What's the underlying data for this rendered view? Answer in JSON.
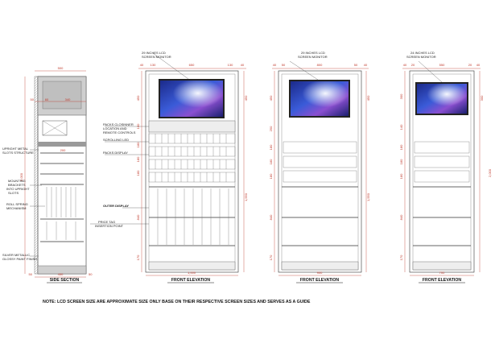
{
  "labels": {
    "side_caption": "SIDE SECTION",
    "front_caption_1": "FRONT ELEVATION",
    "front_caption_2": "FRONT ELEVATION",
    "front_caption_3": "FRONT ELEVATION",
    "note": "NOTE: LCD SCREEN SIZE ARE APPROXIMATE SIZE ONLY BASE ON THEIR RESPECTIVE SCREEN SIZES AND SERVES AS A GUIDE",
    "monitor_1_a": "29 INCHES LCD",
    "monitor_1_b": "SCREEN MONITOR",
    "monitor_2_a": "29 INCHES LCD",
    "monitor_2_b": "SCREEN MONITOR",
    "monitor_3_a": "24 INCHES LCD",
    "monitor_3_b": "SCREEN MONITOR"
  },
  "side_callouts": {
    "upright_1": "UPRIGHT METAL",
    "upright_2": "SLOTS STRUCTURE",
    "mounting_1": "MOUNTING",
    "mounting_2": "BRACKETS",
    "mounting_3": "INTO UPRIGHT",
    "mounting_4": "SLOTS",
    "roll_1": "ROLL SPRING",
    "roll_2": "MECHANISM",
    "silver_1": "SILVER METALLIC",
    "silver_2": "GLOSSY PAINT FINISH"
  },
  "front_callouts": {
    "packs_1": "PACKS CLOSINNER",
    "packs_2": "LOCATION AND",
    "packs_3": "REMOTE CONTROLS",
    "scrolling": "SCROLLING LED",
    "packs_display": "PACKS DISPLAY",
    "outer_display": "OUTER DISPLAY",
    "price_1": "PRICE TAG",
    "price_2": "INSERTION POINT"
  },
  "dims": {
    "side": {
      "top": "500",
      "inner_a": "50",
      "inner_b": "60",
      "inner_c": "340",
      "bottom": "450",
      "bot_left": "50",
      "bot_right": "50",
      "height": "2,000",
      "shelf_a": "200"
    },
    "f1": {
      "top": [
        "40",
        "130",
        "650",
        "130",
        "40"
      ],
      "left": [
        "450",
        "100",
        "180",
        "180",
        "180",
        "840",
        "170"
      ],
      "right": [
        "450",
        "1,550"
      ],
      "bottom": "1,000"
    },
    "f2": {
      "top": [
        "40",
        "50",
        "800",
        "50",
        "40"
      ],
      "left": [
        "450",
        "250",
        "180",
        "180",
        "180",
        "840",
        "170"
      ],
      "right": [
        "450",
        "1,550"
      ],
      "bottom": "900"
    },
    "f3": {
      "top": [
        "40",
        "20",
        "550",
        "20",
        "40"
      ],
      "left": [
        "300",
        "140",
        "180",
        "180",
        "180",
        "840",
        "170"
      ],
      "right": [
        "300",
        "2,000"
      ],
      "bottom": "700"
    }
  }
}
